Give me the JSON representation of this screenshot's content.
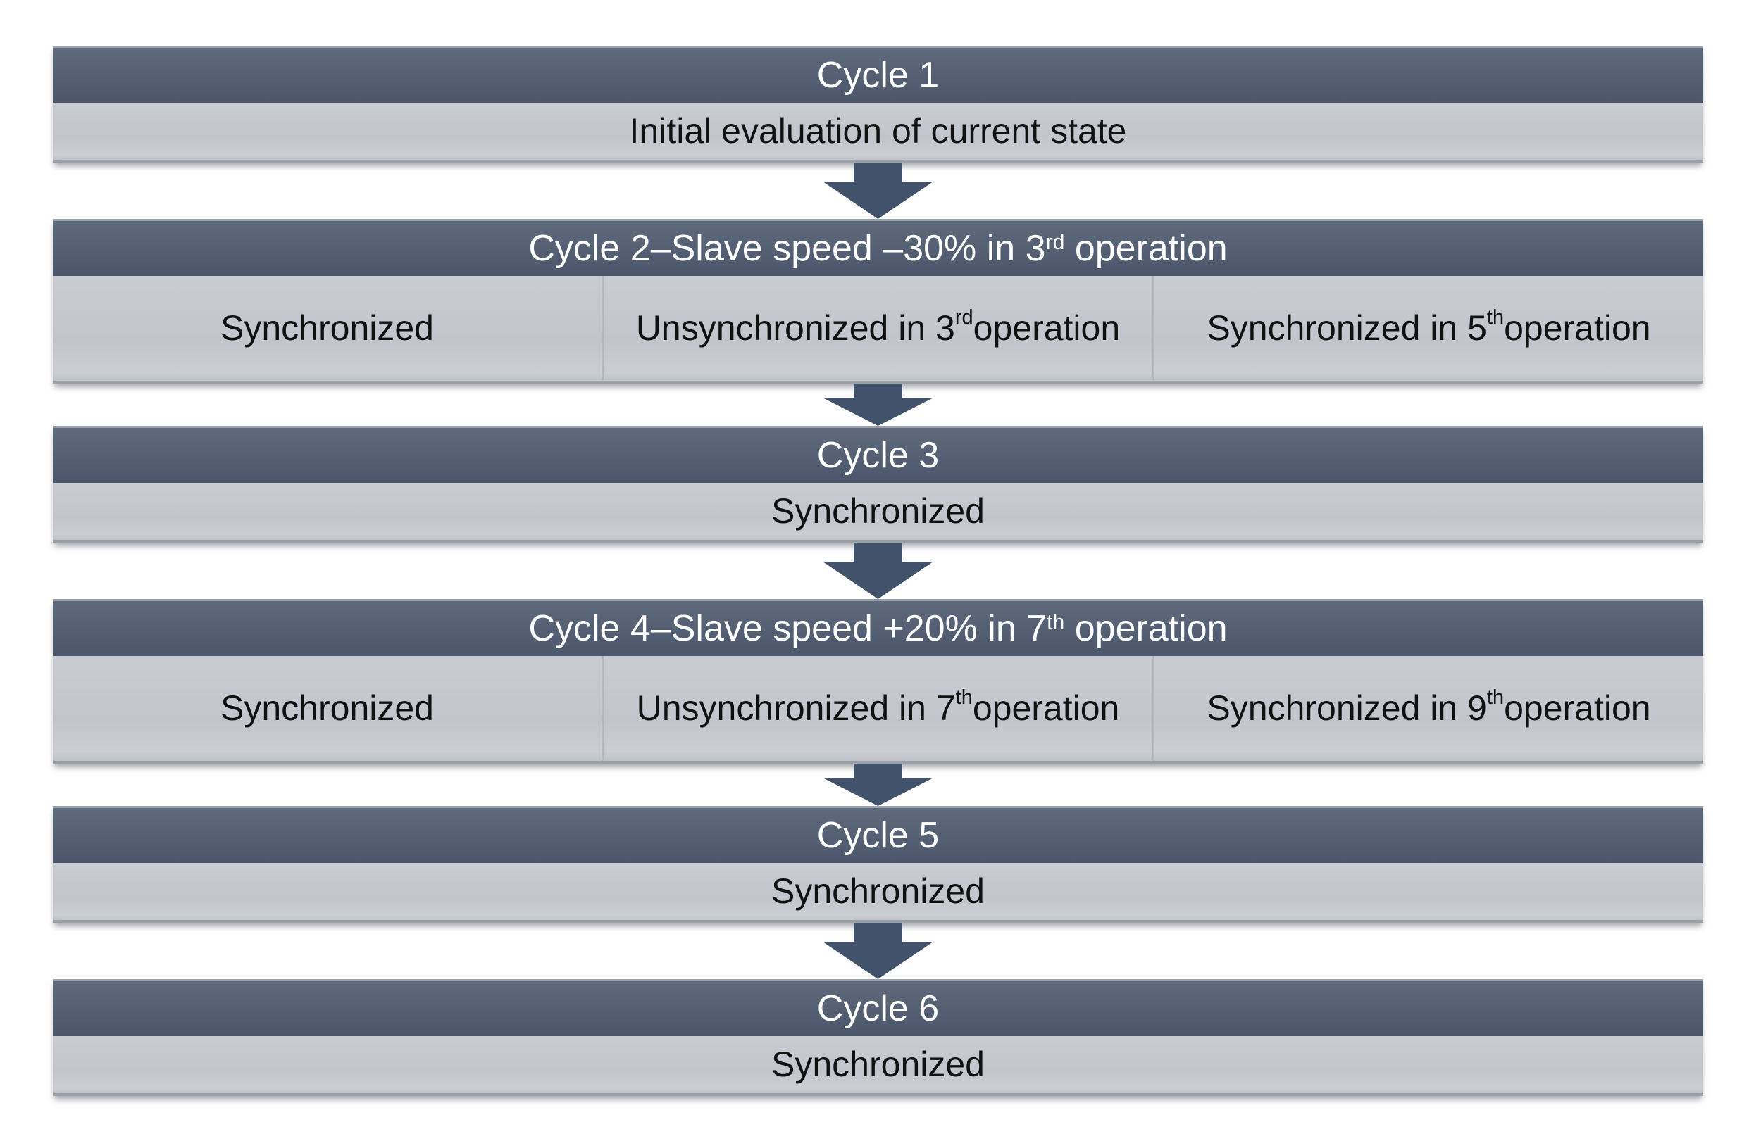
{
  "colors": {
    "page_bg": "#ffffff",
    "header_top": "#5f6a7c",
    "header_bottom": "#4b566b",
    "header_text": "#ffffff",
    "body_top": "#c9ccd2",
    "body_mid": "#c2c6cc",
    "body_bottom_edge": "#9aa0a8",
    "cell_divider": "#b2b6bd",
    "body_text": "#111111",
    "arrow": "#42526a"
  },
  "blocks": [
    {
      "id": "cycle-1",
      "header": [
        {
          "t": "Cycle 1"
        }
      ],
      "cells": [
        [
          {
            "t": "Initial evaluation of current state"
          }
        ]
      ]
    },
    {
      "id": "cycle-2",
      "header": [
        {
          "t": "Cycle 2–Slave speed –30% in 3"
        },
        {
          "t": "rd",
          "sup": true
        },
        {
          "t": " operation"
        }
      ],
      "cells": [
        [
          {
            "t": "Synchronized"
          }
        ],
        [
          {
            "t": "Unsynchronized in 3"
          },
          {
            "t": "rd",
            "sup": true
          },
          {
            "t": " operation"
          }
        ],
        [
          {
            "t": "Synchronized in 5"
          },
          {
            "t": "th",
            "sup": true
          },
          {
            "t": " operation"
          }
        ]
      ]
    },
    {
      "id": "cycle-3",
      "header": [
        {
          "t": "Cycle 3"
        }
      ],
      "cells": [
        [
          {
            "t": "Synchronized"
          }
        ]
      ]
    },
    {
      "id": "cycle-4",
      "header": [
        {
          "t": "Cycle 4–Slave speed +20% in 7"
        },
        {
          "t": "th",
          "sup": true
        },
        {
          "t": " operation"
        }
      ],
      "cells": [
        [
          {
            "t": "Synchronized"
          }
        ],
        [
          {
            "t": "Unsynchronized in 7"
          },
          {
            "t": "th",
            "sup": true
          },
          {
            "t": " operation"
          }
        ],
        [
          {
            "t": "Synchronized in 9"
          },
          {
            "t": "th",
            "sup": true
          },
          {
            "t": " operation"
          }
        ]
      ]
    },
    {
      "id": "cycle-5",
      "header": [
        {
          "t": "Cycle 5"
        }
      ],
      "cells": [
        [
          {
            "t": "Synchronized"
          }
        ]
      ]
    },
    {
      "id": "cycle-6",
      "header": [
        {
          "t": "Cycle 6"
        }
      ],
      "cells": [
        [
          {
            "t": "Synchronized"
          }
        ]
      ]
    }
  ]
}
